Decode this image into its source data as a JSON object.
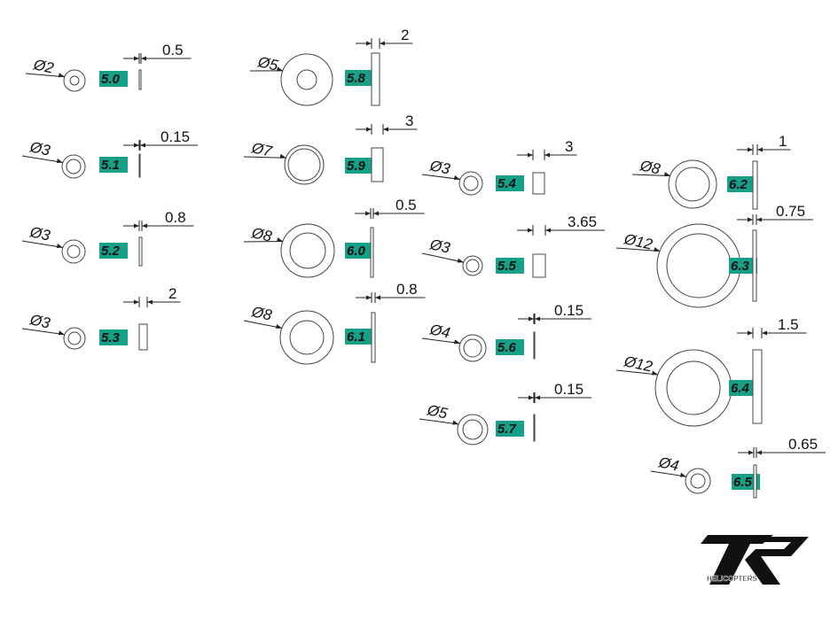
{
  "colors": {
    "tag": "#15a088",
    "line": "#222222"
  },
  "washers": [
    {
      "code": "5.0",
      "diameter": "Ø2",
      "thickness": "0.5"
    },
    {
      "code": "5.1",
      "diameter": "Ø3",
      "thickness": "0.15"
    },
    {
      "code": "5.2",
      "diameter": "Ø3",
      "thickness": "0.8"
    },
    {
      "code": "5.3",
      "diameter": "Ø3",
      "thickness": "2"
    },
    {
      "code": "5.8",
      "diameter": "Ø5",
      "thickness": "2"
    },
    {
      "code": "5.9",
      "diameter": "Ø7",
      "thickness": "3"
    },
    {
      "code": "6.0",
      "diameter": "Ø8",
      "thickness": "0.5"
    },
    {
      "code": "6.1",
      "diameter": "Ø8",
      "thickness": "0.8"
    },
    {
      "code": "5.4",
      "diameter": "Ø3",
      "thickness": "3"
    },
    {
      "code": "5.5",
      "diameter": "Ø3",
      "thickness": "3.65"
    },
    {
      "code": "5.6",
      "diameter": "Ø4",
      "thickness": "0.15"
    },
    {
      "code": "5.7",
      "diameter": "Ø5",
      "thickness": "0.15"
    },
    {
      "code": "6.2",
      "diameter": "Ø8",
      "thickness": "1"
    },
    {
      "code": "6.3",
      "diameter": "Ø12",
      "thickness": "0.75"
    },
    {
      "code": "6.4",
      "diameter": "Ø12",
      "thickness": "1.5"
    },
    {
      "code": "6.5",
      "diameter": "Ø4",
      "thickness": "0.65"
    }
  ],
  "logo": {
    "text": "HELICOPTERS"
  }
}
